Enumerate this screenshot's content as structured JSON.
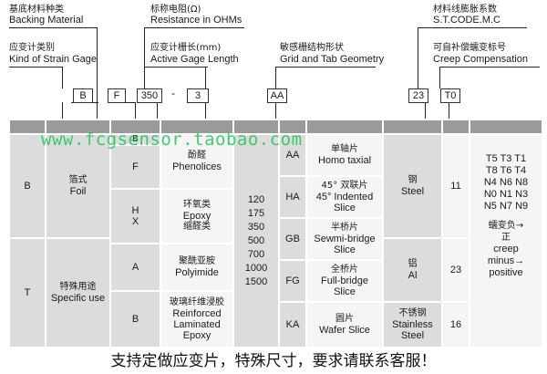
{
  "headers": {
    "backing_cn": "基底材料种类",
    "backing_en": "Backing Material",
    "kind_cn": "应变计类别",
    "kind_en": "Kind of Strain Gage",
    "resistance_cn": "标称电阻(Ω)",
    "resistance_en": "Resistance in OHMs",
    "length_cn": "应变计栅长(mm)",
    "length_en": "Active Gage Length",
    "grid_cn": "敏感栅结构形状",
    "grid_en": "Grid and Tab Geometry",
    "stc_cn": "材料线膨胀系数",
    "stc_en": "S.T.CODE.M.C",
    "creep_cn": "可自补偿蠕变标号",
    "creep_en": "Creep Compensation"
  },
  "code": {
    "backing": "B",
    "kind": "F",
    "resistance": "350",
    "dash": "-",
    "length": "3",
    "grid": "AA",
    "stc": "23",
    "creep": "T0"
  },
  "watermark": "www.fcgsensor.taobao.com",
  "table": {
    "backing_b_code": "B",
    "backing_b_cn": "箔式",
    "backing_b_en": "Foil",
    "backing_t_code": "T",
    "backing_t_cn": "特殊用途",
    "backing_t_en": "Specific use",
    "kind_top": "B",
    "materials": [
      {
        "code": "F",
        "cn": "酚醛",
        "en": "Phenolices"
      },
      {
        "code": "H",
        "code2": "X",
        "cn": "环氧类",
        "en": "Epoxy",
        "cn2": "缩醛类"
      },
      {
        "code": "A",
        "cn": "聚酰亚胺",
        "en": "Polyimide"
      },
      {
        "code": "B",
        "cn": "玻璃纤维浸胶",
        "en": "Reinforced",
        "en2": "Laminated",
        "en3": "Epoxy"
      }
    ],
    "resistances": [
      "120",
      "175",
      "350",
      "500",
      "700",
      "1000",
      "1500"
    ],
    "grids": [
      {
        "code": "AA",
        "cn": "单轴片",
        "en": "Homo taxial"
      },
      {
        "code": "HA",
        "cn": "45° 双联片",
        "en": "45° Indented",
        "en2": "Slice"
      },
      {
        "code": "GB",
        "cn": "半桥片",
        "en": "Sewmi-bridge",
        "en2": "Slice"
      },
      {
        "code": "FG",
        "cn": "全桥片",
        "en": "Full-bridge",
        "en2": "Slice"
      },
      {
        "code": "KA",
        "cn": "圆片",
        "en": "Wafer Slice"
      }
    ],
    "stc": [
      {
        "cn": "钢",
        "en": "Steel",
        "code": "11"
      },
      {
        "cn": "铝",
        "en": "Al",
        "code": "23"
      },
      {
        "cn": "不锈钢",
        "en": "Stainless",
        "en2": "Steel",
        "code": "16"
      }
    ],
    "creep_codes": [
      "T5 T3 T1",
      "T8 T6 T4",
      "N4 N6 N8",
      "N0 N1 N3",
      "N5 N7 N9"
    ],
    "creep_note_cn": "蠕变负→",
    "creep_note_cn2": "正",
    "creep_note_en": "creep",
    "creep_note_en2": "minus→",
    "creep_note_en3": "positive"
  },
  "footer": "支持定做应变片，特殊尺寸，要求请联系客服！"
}
